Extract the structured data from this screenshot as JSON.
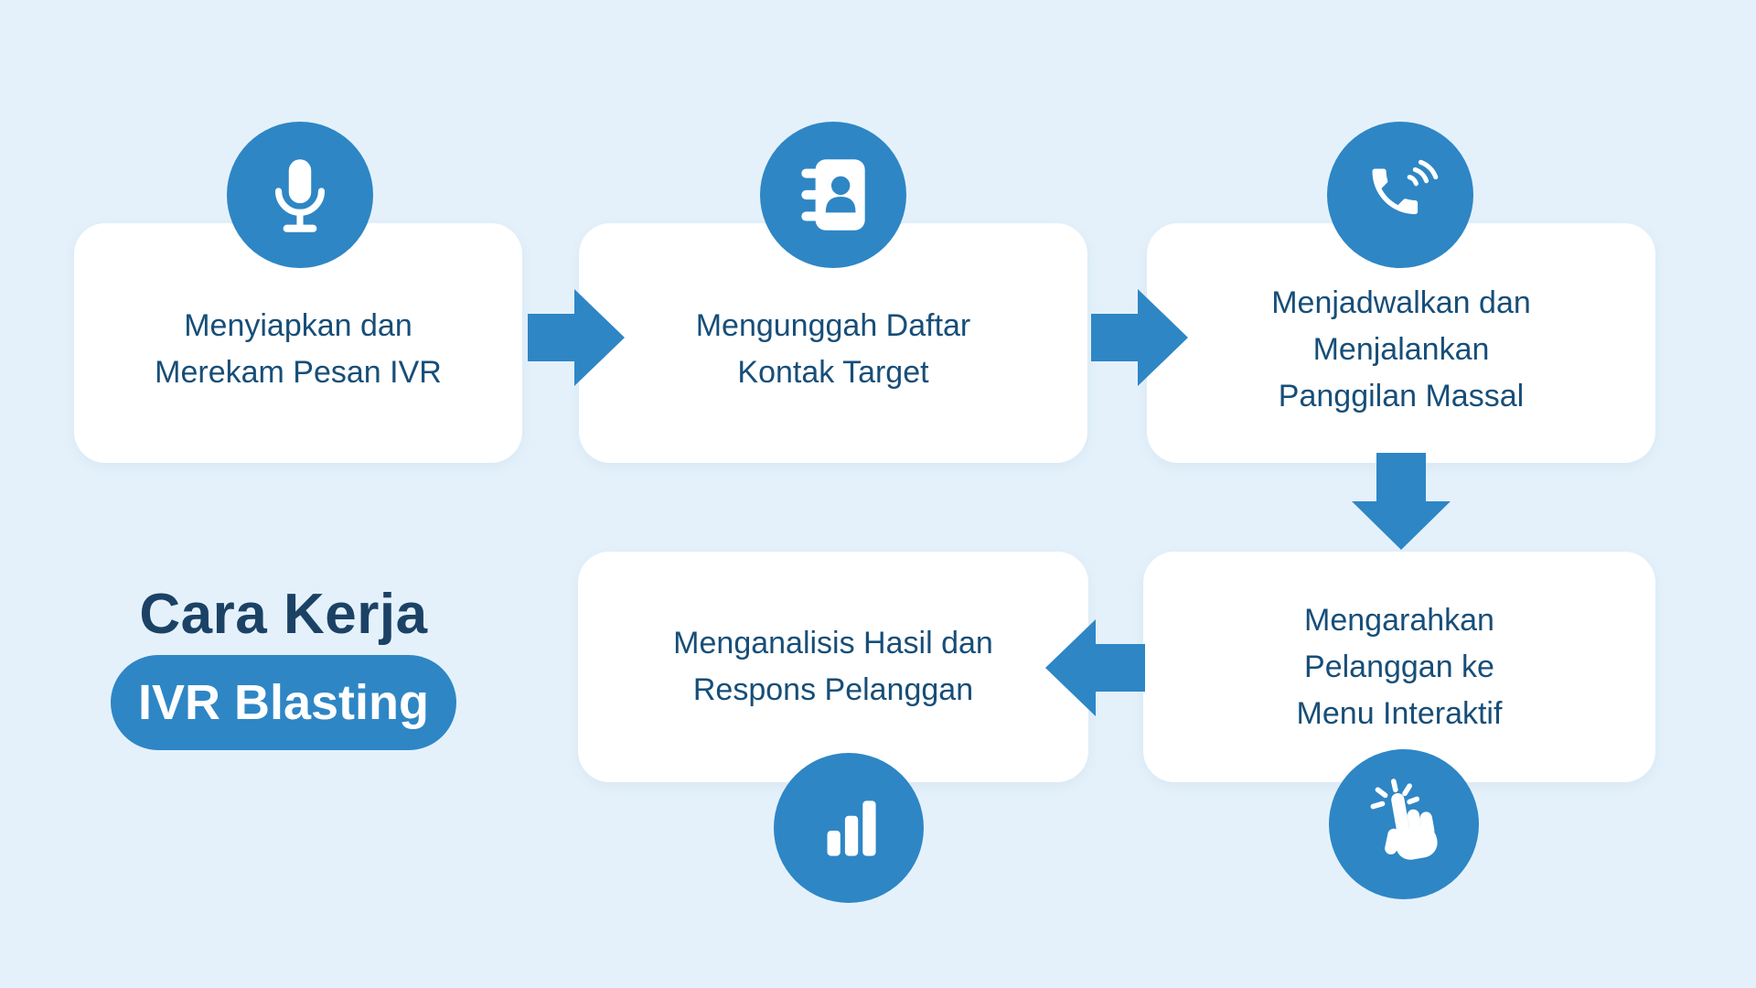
{
  "infographic": {
    "title": "Cara Kerja",
    "badge": "IVR Blasting"
  },
  "steps": [
    {
      "label": "Menyiapkan dan\nMerekam Pesan IVR",
      "icon": "microphone-icon"
    },
    {
      "label": "Mengunggah Daftar\nKontak Target",
      "icon": "contact-book-icon"
    },
    {
      "label": "Menjadwalkan dan\nMenjalankan\nPanggilan Massal",
      "icon": "phone-call-icon"
    },
    {
      "label": "Mengarahkan\nPelanggan ke\nMenu Interaktif",
      "icon": "click-pointer-icon"
    },
    {
      "label": "Menganalisis Hasil dan\nRespons Pelanggan",
      "icon": "bar-chart-icon"
    }
  ],
  "connectors": [
    {
      "from": "step-1",
      "to": "step-2",
      "direction": "right"
    },
    {
      "from": "step-2",
      "to": "step-3",
      "direction": "right"
    },
    {
      "from": "step-3",
      "to": "step-4",
      "direction": "down"
    },
    {
      "from": "step-4",
      "to": "step-5",
      "direction": "left"
    }
  ],
  "colors": {
    "background": "#E4F1FB",
    "card": "#FFFFFF",
    "accent": "#2E86C5",
    "step-text": "#174E78",
    "title-text": "#1B4265",
    "badge-text": "#FFFFFF",
    "icon-glyph": "#FFFFFF"
  }
}
